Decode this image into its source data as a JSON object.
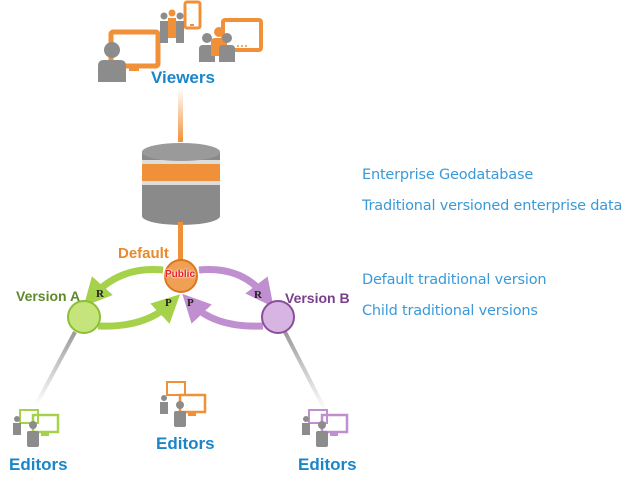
{
  "diagram": {
    "roles": {
      "viewers": "Viewers",
      "editors_left": "Editors",
      "editors_center": "Editors",
      "editors_right": "Editors"
    },
    "versions": {
      "default": "Default",
      "public": "Public",
      "version_a": "Version A",
      "version_b": "Version B"
    },
    "operations": {
      "reconcile": "R",
      "post": "P"
    },
    "legend": [
      {
        "label": "Enterprise Geodatabase"
      },
      {
        "label": "Traditional versioned enterprise data"
      },
      {
        "label": "Default traditional version"
      },
      {
        "label": "Child traditional versions"
      }
    ],
    "colors": {
      "default_orange": "#f0913a",
      "version_a_green": "#a6d14a",
      "version_b_purple": "#c08fcf",
      "role_blue": "#1a86c8",
      "legend_blue": "#3a9ad9",
      "person_gray": "#8c8c8c",
      "public_red": "#e8202a"
    }
  }
}
